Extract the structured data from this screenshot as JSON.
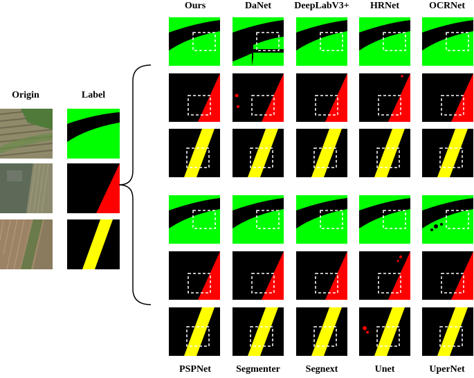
{
  "left_headers": {
    "origin": "Origin",
    "label": "Label"
  },
  "top_methods": [
    "Ours",
    "DaNet",
    "DeepLabV3+",
    "HRNet",
    "OCRNet"
  ],
  "bottom_methods": [
    "PSPNet",
    "Segmenter",
    "Segnext",
    "Unet",
    "UperNet"
  ],
  "colors": {
    "background": "#000000",
    "class_green": "#00ff00",
    "class_red": "#ff0000",
    "class_yellow": "#ffff00",
    "box": "#ffffff"
  },
  "rows": [
    "green",
    "red",
    "yellow"
  ]
}
